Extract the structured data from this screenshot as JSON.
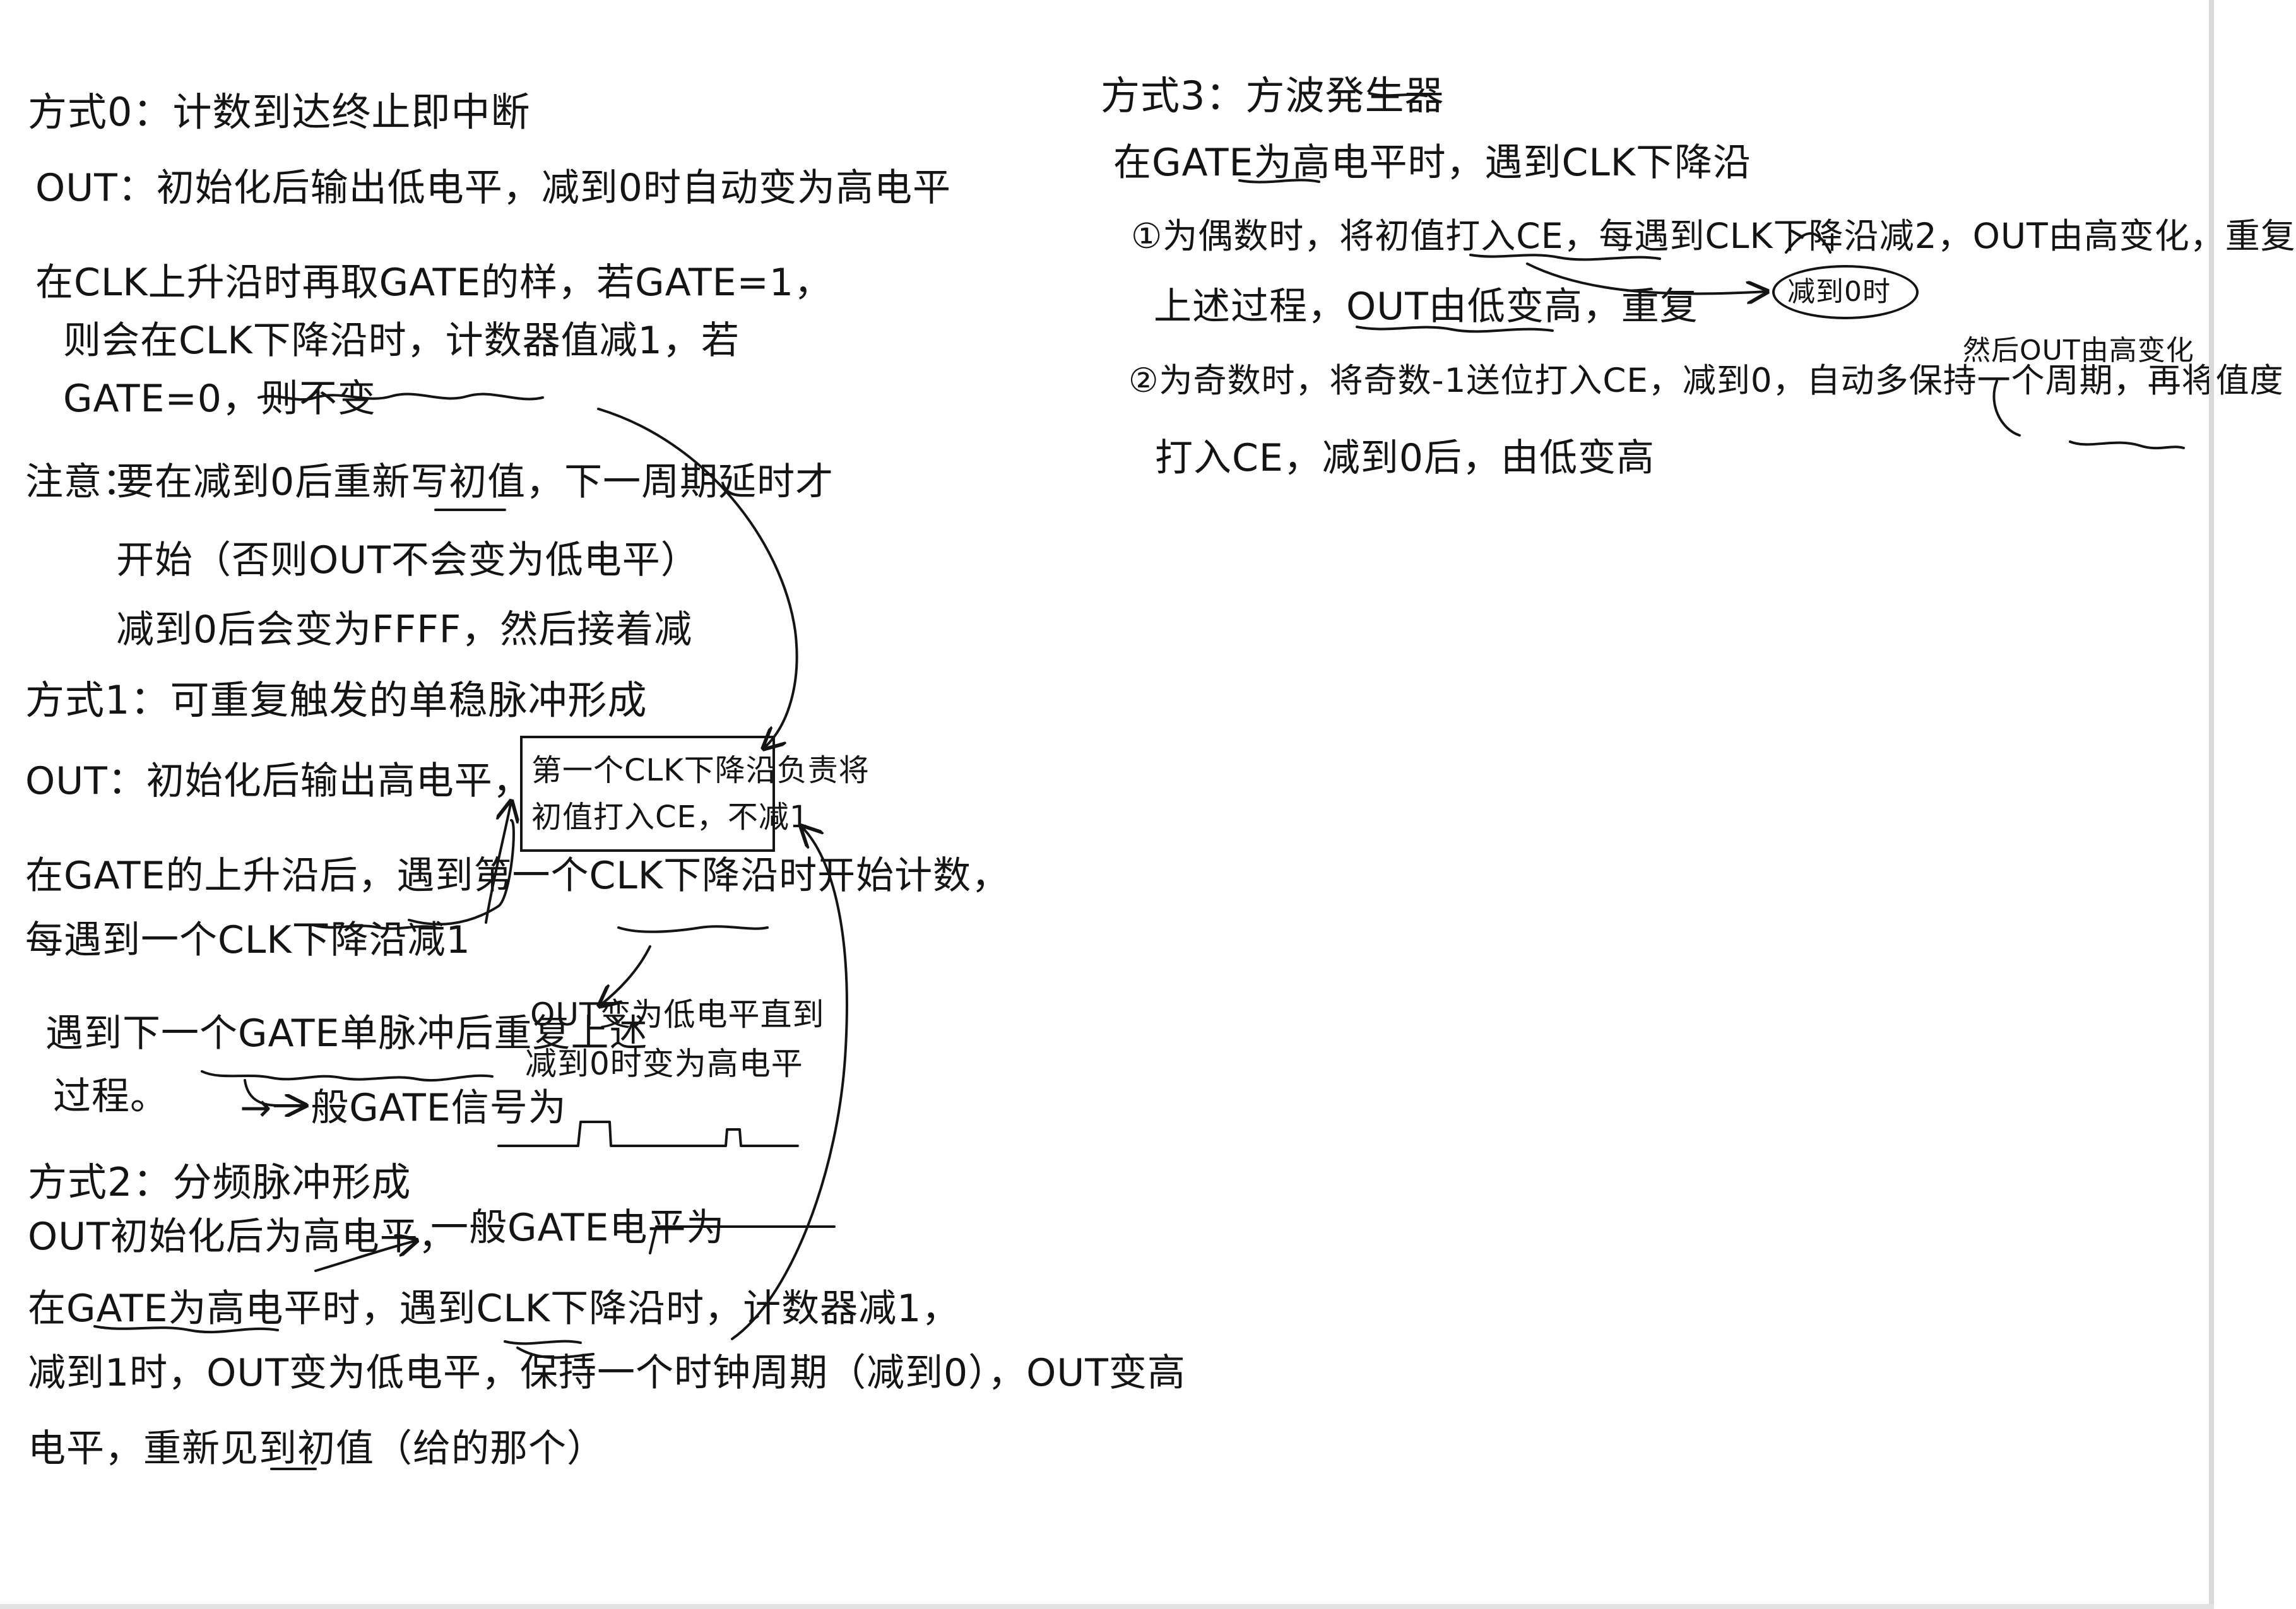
{
  "mode0": {
    "title": "方式0：计数到达终止即中断",
    "out_line": "OUT：初始化后输出低电平，减到0时自动变为高电平",
    "clk_lines": [
      "在CLK上升沿时再取GATE的样，若GATE=1，",
      "则会在CLK下降沿时，计数器值减1，若",
      "GATE=0，则不变"
    ],
    "note_label": "注意：",
    "note_lines": [
      "要在减到0后重新写初值，下一周期延时才",
      "开始（否则OUT不会变为低电平）",
      "减到0后会变为FFFF，然后接着减"
    ]
  },
  "mode1": {
    "title": "方式1：可重复触发的单稳脉冲形成",
    "out_line": "OUT：初始化后输出高电平，",
    "box_lines": [
      "第一个CLK下降沿负责将",
      "初值打入CE，不减1"
    ],
    "body_lines": [
      "在GATE的上升沿后，遇到第一个CLK下降沿时开始计数，",
      "每遇到一个CLK下降沿减1"
    ],
    "out_change_lines": [
      "OUT变为低电平直到",
      "减到0时变为高电平"
    ],
    "repeat_lines": [
      "遇到下一个GATE单脉冲后重复上述",
      "过程。"
    ],
    "gate_note": "→一般GATE信号为"
  },
  "mode2": {
    "title": "方式2：分频脉冲形成",
    "out_line": "OUT初始化后为高电平，",
    "gate_note": "一般GATE电平为",
    "body_lines": [
      "在GATE为高电平时，遇到CLK下降沿时，计数器减1，",
      "减到1时，OUT变为低电平，保持一个时钟周期（减到0），OUT变高",
      "电平，重新见到初值（给的那个）"
    ]
  },
  "mode3": {
    "title": "方式3：方波発生器",
    "intro_line": "在GATE为高电平时，遇到CLK下降沿",
    "odd_even_lines": [
      "①为偶数时，将初值打入CE，每遇到CLK下降沿减2，OUT由高变化，重复",
      "上述过程，OUT由低变高，重复"
    ],
    "circled_note": "减到0时",
    "odd_note": "然后OUT由高变化",
    "odd_lines": [
      "②为奇数时，将奇数-1送位打入CE，减到0，自动多保持一个周期，再将值度",
      "打入CE，减到0后，由低变高"
    ]
  },
  "colors": {
    "ink": "#141414",
    "paper": "#ffffff"
  }
}
